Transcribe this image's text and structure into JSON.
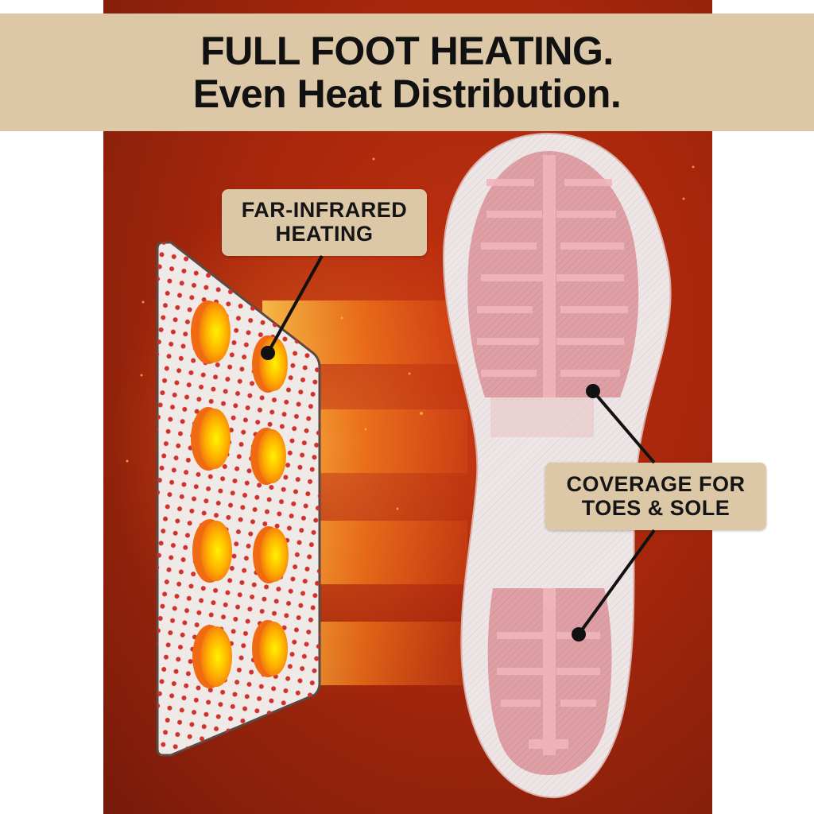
{
  "headline": {
    "line1": "FULL FOOT HEATING.",
    "line2": "Even Heat Distribution."
  },
  "callouts": [
    {
      "id": "far-infrared",
      "line1": "FAR-INFRARED",
      "line2": "HEATING"
    },
    {
      "id": "coverage",
      "line1": "COVERAGE FOR",
      "line2": "TOES & SOLE"
    }
  ],
  "colors": {
    "background_red": "#a8270c",
    "banner_beige": "#dcc8a6",
    "text_dark": "#111111",
    "heater_orange": "#f26a1b",
    "heater_yellow": "#ffd21a",
    "insole_white": "#ece4e4",
    "heating_pink": "#e4a3a8",
    "dot_red": "#d2302a"
  },
  "illustration": {
    "heating_element_count": 8,
    "heat_beam_count": 4
  }
}
